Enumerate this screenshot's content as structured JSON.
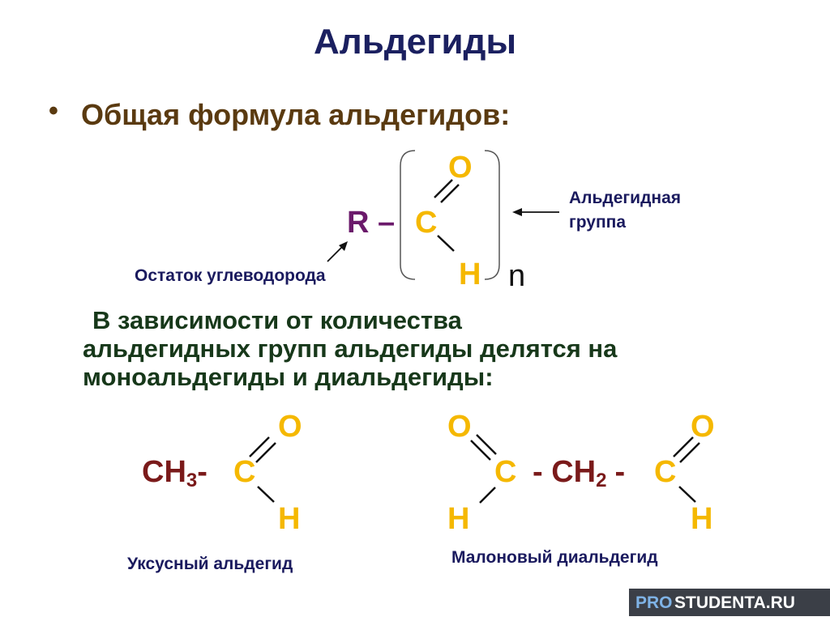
{
  "slide": {
    "title": "Альдегиды",
    "bullet": "•",
    "bullet_text": "Общая формула альдегидов:"
  },
  "general_formula": {
    "O": "O",
    "R_dash": "R –",
    "C": "C",
    "H": "H",
    "n": "n",
    "group_label_line1": "Альдегидная",
    "group_label_line2": "группа",
    "residue_label": "Остаток углеводорода"
  },
  "paragraph": {
    "lines": [
      "В зависимости от количества",
      "альдегидных групп альдегиды делятся на",
      "моноальдегиды и диальдегиды:"
    ]
  },
  "acetaldehyde": {
    "CH": "CH",
    "sub3": "3",
    "dash": "-",
    "C": "C",
    "O": "O",
    "H": "H",
    "name": "Уксусный альдегид"
  },
  "malonic": {
    "O_left": "O",
    "H_left": "H",
    "C_left": "C",
    "mid_dash1": "- CH",
    "sub2": "2",
    "mid_dash2": "-",
    "C_right": "C",
    "O_right": "O",
    "H_right": "H",
    "name": "Малоновый  диальдегид"
  },
  "watermark": {
    "part1": "PRO",
    "part2": "STUDENTA.RU",
    "color1": "#7fb3e6",
    "color2": "#ffffff",
    "bg": "#3b3f47"
  }
}
